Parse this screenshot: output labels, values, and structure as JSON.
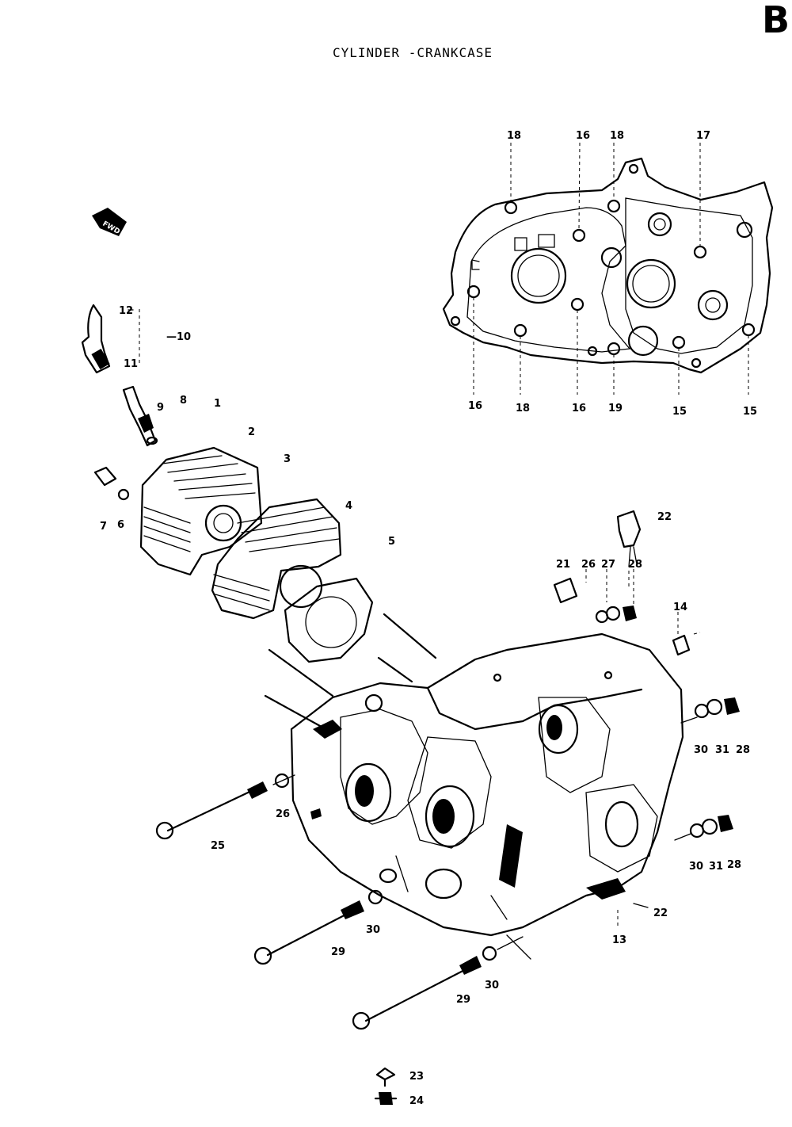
{
  "header": {
    "section_letter": "B",
    "title": "CYLINDER -CRANKCASE"
  },
  "fwd_arrow_label": "FWD",
  "inset_callouts": {
    "top": [
      "18",
      "16",
      "18",
      "17"
    ],
    "bottom": [
      "16",
      "18",
      "16",
      "19",
      "15",
      "15"
    ]
  },
  "callouts": [
    {
      "id": "c12",
      "text": "12"
    },
    {
      "id": "c10",
      "text": "—10"
    },
    {
      "id": "c11",
      "text": "11"
    },
    {
      "id": "c9",
      "text": "9"
    },
    {
      "id": "c8",
      "text": "8"
    },
    {
      "id": "c1",
      "text": "1"
    },
    {
      "id": "c2",
      "text": "2"
    },
    {
      "id": "c3",
      "text": "3"
    },
    {
      "id": "c7",
      "text": "7"
    },
    {
      "id": "c6",
      "text": "6"
    },
    {
      "id": "c4",
      "text": "4"
    },
    {
      "id": "c5",
      "text": "5"
    },
    {
      "id": "c22a",
      "text": "22"
    },
    {
      "id": "c21",
      "text": "21"
    },
    {
      "id": "c26a",
      "text": "26"
    },
    {
      "id": "c27",
      "text": "27"
    },
    {
      "id": "c28a",
      "text": "28"
    },
    {
      "id": "c14",
      "text": "14"
    },
    {
      "id": "c30a",
      "text": "30"
    },
    {
      "id": "c31a",
      "text": "31"
    },
    {
      "id": "c28b",
      "text": "28"
    },
    {
      "id": "c26b",
      "text": "26"
    },
    {
      "id": "c25",
      "text": "25"
    },
    {
      "id": "c30b",
      "text": "30"
    },
    {
      "id": "c31b",
      "text": "31"
    },
    {
      "id": "c28c",
      "text": "28"
    },
    {
      "id": "c22b",
      "text": "22"
    },
    {
      "id": "c13",
      "text": "13"
    },
    {
      "id": "c30c",
      "text": "30"
    },
    {
      "id": "c29a",
      "text": "29"
    },
    {
      "id": "c30d",
      "text": "30"
    },
    {
      "id": "c29b",
      "text": "29"
    },
    {
      "id": "c23",
      "text": "23"
    },
    {
      "id": "c24",
      "text": "24"
    }
  ]
}
